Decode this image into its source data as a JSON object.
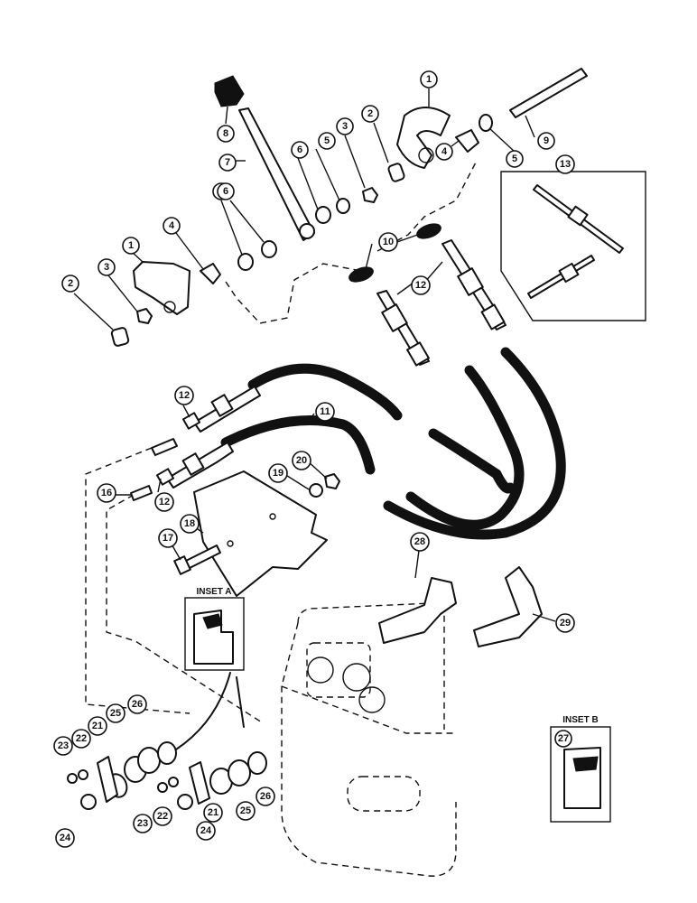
{
  "callouts": [
    {
      "id": "c1a",
      "text": "1"
    },
    {
      "id": "c1b",
      "text": "1"
    },
    {
      "id": "c2a",
      "text": "2"
    },
    {
      "id": "c2b",
      "text": "2"
    },
    {
      "id": "c3a",
      "text": "3"
    },
    {
      "id": "c3b",
      "text": "3"
    },
    {
      "id": "c4a",
      "text": "4"
    },
    {
      "id": "c4b",
      "text": "4"
    },
    {
      "id": "c5a",
      "text": "5"
    },
    {
      "id": "c5b",
      "text": "5"
    },
    {
      "id": "c5c",
      "text": "5"
    },
    {
      "id": "c6a",
      "text": "6"
    },
    {
      "id": "c6b",
      "text": "6"
    },
    {
      "id": "c7",
      "text": "7"
    },
    {
      "id": "c8",
      "text": "8"
    },
    {
      "id": "c9",
      "text": "9"
    },
    {
      "id": "c10",
      "text": "10"
    },
    {
      "id": "c11",
      "text": "11"
    },
    {
      "id": "c12a",
      "text": "12"
    },
    {
      "id": "c12b",
      "text": "12"
    },
    {
      "id": "c12c",
      "text": "12"
    },
    {
      "id": "c13",
      "text": "13"
    },
    {
      "id": "c16",
      "text": "16"
    },
    {
      "id": "c17",
      "text": "17"
    },
    {
      "id": "c18",
      "text": "18"
    },
    {
      "id": "c19",
      "text": "19"
    },
    {
      "id": "c20",
      "text": "20"
    },
    {
      "id": "c21a",
      "text": "21"
    },
    {
      "id": "c21b",
      "text": "21"
    },
    {
      "id": "c22a",
      "text": "22"
    },
    {
      "id": "c22b",
      "text": "22"
    },
    {
      "id": "c23a",
      "text": "23"
    },
    {
      "id": "c23b",
      "text": "23"
    },
    {
      "id": "c24a",
      "text": "24"
    },
    {
      "id": "c24b",
      "text": "24"
    },
    {
      "id": "c25a",
      "text": "25"
    },
    {
      "id": "c25b",
      "text": "25"
    },
    {
      "id": "c26a",
      "text": "26"
    },
    {
      "id": "c26b",
      "text": "26"
    },
    {
      "id": "c27",
      "text": "27"
    },
    {
      "id": "c28",
      "text": "28"
    },
    {
      "id": "c29",
      "text": "29"
    }
  ],
  "insets": {
    "a": {
      "title": "INSET A"
    },
    "b": {
      "title": "INSET B"
    }
  }
}
